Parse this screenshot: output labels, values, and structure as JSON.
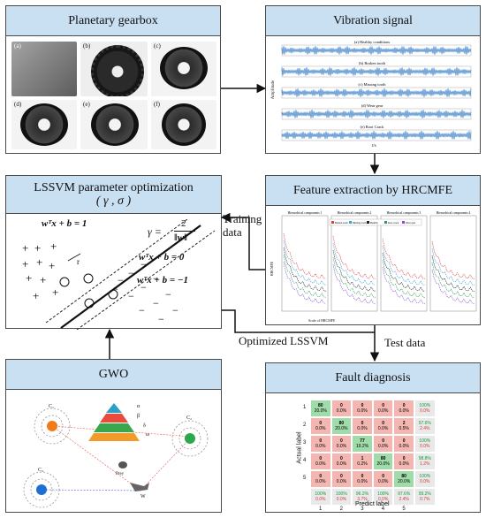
{
  "boxes": {
    "planetary": {
      "title": "Planetary gearbox",
      "panels": [
        "(a)",
        "(b)",
        "(c)",
        "(d)",
        "(e)",
        "(f)"
      ]
    },
    "vibration": {
      "title": "Vibration signal",
      "captions": [
        "(a) Healthy conditions",
        "(b) Broken tooth",
        "(c) Missing tooth",
        "(d) Wear gear",
        "(e) Root Crack"
      ],
      "ylabel": "Amplitude",
      "xlabel": "t/s"
    },
    "lssvm": {
      "title": "LSSVM parameter optimization",
      "subtitle": "( γ , σ )",
      "eq_top": "wᵀx + b = 1",
      "eq_mid": "wᵀx + b = 0",
      "eq_bot": "wᵀx + b = −1",
      "gamma_lhs": "γ =",
      "gamma_num": "2",
      "gamma_den": "‖w‖",
      "r_label": "r"
    },
    "feature": {
      "title": "Feature extraction by HRCMFE",
      "panels": [
        "Hierarchical components 1",
        "Hierarchical components 2",
        "Hierarchical components 3",
        "Hierarchical components 4"
      ],
      "legend": [
        "Broken tooth",
        "Missing tooth",
        "Healthy",
        "Root crack",
        "Wear gear"
      ],
      "xlabel": "Scale of HRCMFE",
      "ylabel": "HRCMFE"
    },
    "gwo": {
      "title": "GWO",
      "pyramid": [
        "α",
        "β",
        "δ",
        "ω"
      ],
      "wolf_labels": [
        "C₁",
        "C₂",
        "C₃",
        "W",
        "Prey"
      ]
    },
    "fault": {
      "title": "Fault diagnosis",
      "ylabel": "Actual label",
      "xlabel": "Predict label",
      "row_labels": [
        "1",
        "2",
        "3",
        "4",
        "5"
      ],
      "col_labels": [
        "1",
        "2",
        "3",
        "4",
        "5"
      ]
    }
  },
  "flow": {
    "training": "Training\ndata",
    "test": "Test data",
    "optimized": "Optimized LSSVM"
  },
  "confusion": {
    "rows": [
      [
        [
          "80",
          "20.0%"
        ],
        [
          "0",
          "0.0%"
        ],
        [
          "0",
          "0.0%"
        ],
        [
          "0",
          "0.0%"
        ],
        [
          "0",
          "0.0%"
        ],
        [
          "100%",
          "0.0%"
        ]
      ],
      [
        [
          "0",
          "0.0%"
        ],
        [
          "80",
          "20.0%"
        ],
        [
          "0",
          "0.0%"
        ],
        [
          "0",
          "0.0%"
        ],
        [
          "2",
          "0.5%"
        ],
        [
          "97.6%",
          "2.4%"
        ]
      ],
      [
        [
          "0",
          "0.0%"
        ],
        [
          "0",
          "0.0%"
        ],
        [
          "77",
          "19.2%"
        ],
        [
          "0",
          "0.0%"
        ],
        [
          "0",
          "0.0%"
        ],
        [
          "100%",
          "0.0%"
        ]
      ],
      [
        [
          "0",
          "0.0%"
        ],
        [
          "0",
          "0.0%"
        ],
        [
          "1",
          "0.2%"
        ],
        [
          "80",
          "20.0%"
        ],
        [
          "0",
          "0.0%"
        ],
        [
          "98.8%",
          "1.2%"
        ]
      ],
      [
        [
          "0",
          "0.0%"
        ],
        [
          "0",
          "0.0%"
        ],
        [
          "0",
          "0.0%"
        ],
        [
          "0",
          "0.0%"
        ],
        [
          "80",
          "20.0%"
        ],
        [
          "100%",
          "0.0%"
        ]
      ]
    ],
    "total_row": [
      [
        "100%",
        "0.0%"
      ],
      [
        "100%",
        "0.0%"
      ],
      [
        "96.2%",
        "3.7%"
      ],
      [
        "100%",
        "0.0%"
      ],
      [
        "97.6%",
        "2.4%"
      ],
      [
        "99.2%",
        "0.7%"
      ]
    ]
  }
}
